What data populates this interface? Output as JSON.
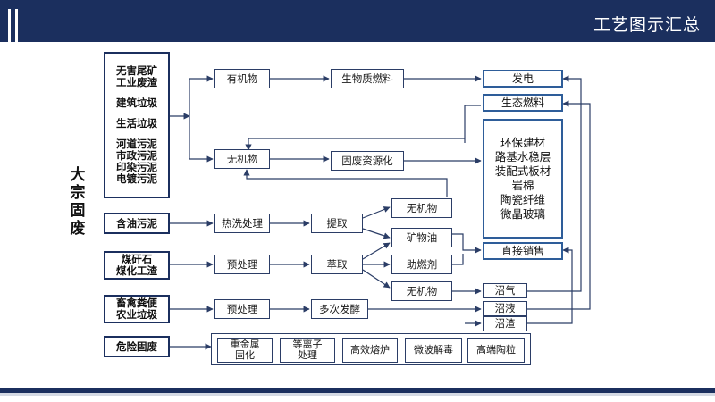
{
  "title": "工艺图示汇总",
  "side_label": "大宗固废",
  "sources": {
    "bulk": [
      "无害尾矿",
      "工业废渣",
      "建筑垃圾",
      "生活垃圾",
      "河道污泥",
      "市政污泥",
      "印染污泥",
      "电镀污泥"
    ],
    "oil_sludge": "含油污泥",
    "coal": [
      "煤矸石",
      "煤化工渣"
    ],
    "farm": [
      "畜禽粪便",
      "农业垃圾"
    ],
    "hazardous": "危险固废"
  },
  "process": {
    "organic": "有机物",
    "biomass_fuel": "生物质燃料",
    "inorganic": "无机物",
    "solid_waste_recycling": "固废资源化",
    "hot_wash": "热洗处理",
    "extract": "提取",
    "inorganic_2": "无机物",
    "mineral_oil": "矿物油",
    "pretreat_coal": "预处理",
    "solvent_extract": "萃取",
    "combustion_aid": "助燃剂",
    "inorganic_3": "无机物",
    "pretreat_farm": "预处理",
    "multi_ferment": "多次发酵"
  },
  "outputs": {
    "power": "发电",
    "eco_fuel": "生态燃料",
    "materials": [
      "环保建材",
      "路基水稳层",
      "装配式板材",
      "岩棉",
      "陶瓷纤维",
      "微晶玻璃"
    ],
    "direct_sale": "直接销售",
    "biogas": "沼气",
    "biogas_liquid": "沼液",
    "biogas_residue": "沼渣"
  },
  "hazardous_methods": [
    [
      "重金属",
      "固化"
    ],
    [
      "等离子",
      "处理"
    ],
    [
      "高效熔炉"
    ],
    [
      "微波解毒"
    ],
    [
      "高端陶粒"
    ]
  ],
  "colors": {
    "header": "#1b2f5e",
    "output_border": "#2e5d99",
    "line": "#2b3d66"
  }
}
